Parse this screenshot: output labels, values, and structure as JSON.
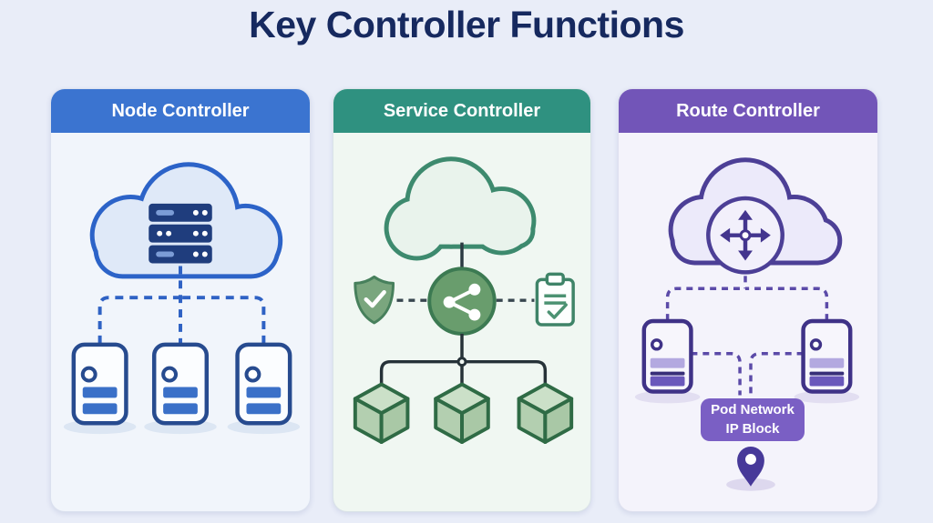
{
  "title": "Key Controller Functions",
  "panels": [
    {
      "title": "Node Controller",
      "accent_color": "#3b74d0",
      "body_color": "#f1f5fb",
      "icons": [
        "cloud-icon",
        "server-rack-icon",
        "node-icon",
        "node-icon",
        "node-icon"
      ]
    },
    {
      "title": "Service Controller",
      "accent_color": "#2f9180",
      "body_color": "#f0f7f2",
      "icons": [
        "cloud-icon",
        "shield-check-icon",
        "share-network-icon",
        "checklist-clipboard-icon",
        "cube-icon",
        "cube-icon",
        "cube-icon"
      ]
    },
    {
      "title": "Route Controller",
      "accent_color": "#7255b8",
      "body_color": "#f4f3fb",
      "icons": [
        "cloud-icon",
        "route-compass-icon",
        "server-icon",
        "server-icon",
        "location-pin-icon"
      ],
      "pod_box": {
        "line1": "Pod Network",
        "line2": "IP Block",
        "color": "#7a5fc4"
      }
    }
  ],
  "colors": {
    "background": "#e9edf8",
    "title_text": "#16295f",
    "node_blue_outline": "#2c63c8",
    "node_rack_navy": "#1f3d7d",
    "service_green_outline": "#3d8a6e",
    "service_circle_green": "#699d6d",
    "route_purple_outline": "#4c3f96",
    "pin_purple": "#473999"
  }
}
